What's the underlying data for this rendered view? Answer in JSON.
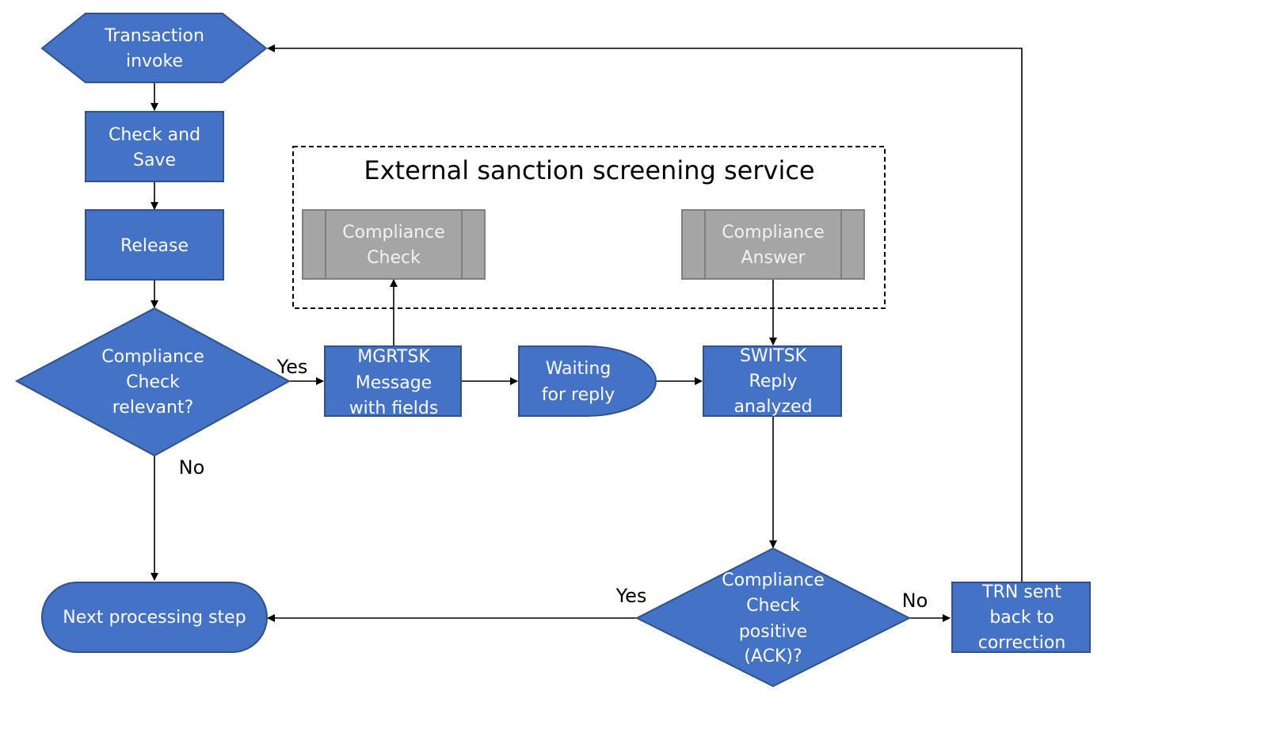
{
  "colors": {
    "process": "#4472c4",
    "process_border": "#2f528f",
    "external": "#a5a5a5",
    "external_border": "#7f7f7f",
    "text_on_shape": "#ffffff",
    "edge": "#000000"
  },
  "group": {
    "title": "External sanction screening service"
  },
  "nodes": {
    "transaction_invoke": {
      "shape": "hexagon",
      "lines": [
        "Transaction",
        "invoke"
      ]
    },
    "check_and_save": {
      "shape": "process",
      "lines": [
        "Check and",
        "Save"
      ]
    },
    "release": {
      "shape": "process",
      "lines": [
        "Release"
      ]
    },
    "compliance_relevant": {
      "shape": "decision",
      "lines": [
        "Compliance",
        "Check",
        "relevant?"
      ]
    },
    "mgrtsk": {
      "shape": "process",
      "lines": [
        "MGRTSK",
        "Message",
        "with fields"
      ]
    },
    "waiting": {
      "shape": "delay",
      "lines": [
        "Waiting",
        "for reply"
      ]
    },
    "switsk": {
      "shape": "process",
      "lines": [
        "SWITSK",
        "Reply",
        "analyzed"
      ]
    },
    "compliance_check_ext": {
      "shape": "predefined-process",
      "lines": [
        "Compliance",
        "Check"
      ]
    },
    "compliance_answer_ext": {
      "shape": "predefined-process",
      "lines": [
        "Compliance",
        "Answer"
      ]
    },
    "compliance_positive": {
      "shape": "decision",
      "lines": [
        "Compliance",
        "Check",
        "positive",
        "(ACK)?"
      ]
    },
    "next_step": {
      "shape": "terminator",
      "lines": [
        "Next processing step"
      ]
    },
    "trn_sent_back": {
      "shape": "process",
      "lines": [
        "TRN sent",
        "back to",
        "correction"
      ]
    }
  },
  "edge_labels": {
    "relevant_yes": "Yes",
    "relevant_no": "No",
    "positive_yes": "Yes",
    "positive_no": "No"
  }
}
